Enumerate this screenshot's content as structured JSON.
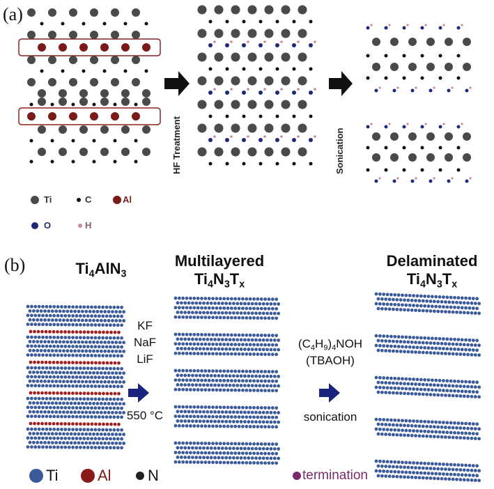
{
  "panel_a": {
    "label": "(a)",
    "step1": "HF Treatment",
    "step2": "Sonication",
    "legend": {
      "ti": "Ti",
      "c": "C",
      "al": "Al",
      "o": "O",
      "h": "H"
    }
  },
  "panel_b": {
    "label": "(b)",
    "col1_title_main": "Ti",
    "col1_title_sub1": "4",
    "col1_title_mid": "AlN",
    "col1_title_sub2": "3",
    "col2_title_line1": "Multilayered",
    "col2_formula": {
      "a": "Ti",
      "s1": "4",
      "b": "N",
      "s2": "3",
      "c": "T",
      "s3": "x"
    },
    "col3_title_line1": "Delaminated",
    "col3_formula": {
      "a": "Ti",
      "s1": "4",
      "b": "N",
      "s2": "3",
      "c": "T",
      "s3": "x"
    },
    "salts": [
      "KF",
      "NaF",
      "LiF"
    ],
    "temperature": "550 °C",
    "reagent": {
      "a": "(C",
      "s1": "4",
      "b": "H",
      "s2": "9",
      "c": ")",
      "s3": "4",
      "d": "NOH"
    },
    "reagent_abbrev": "(TBAOH)",
    "process2": "sonication",
    "legend": {
      "ti": "Ti",
      "al": "Al",
      "n": "N",
      "termination": "termination"
    }
  },
  "colors": {
    "ti_grey": "#4a4a4a",
    "al_red": "#7a1a1a",
    "o_navy": "#1e2a78",
    "h_pink": "#c8899a",
    "ti_blue": "#3a5a9a",
    "arrow_navy": "#1a237e",
    "termination": "#7a2a6a"
  }
}
